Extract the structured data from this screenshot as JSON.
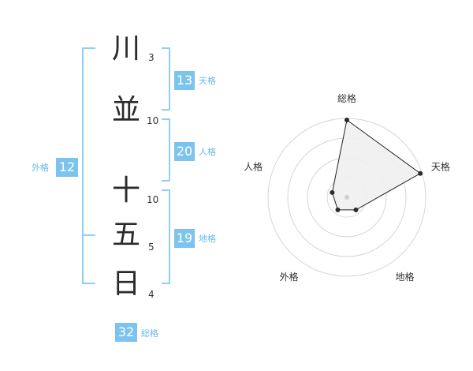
{
  "name": {
    "characters": [
      {
        "char": "川",
        "strokes": "3"
      },
      {
        "char": "並",
        "strokes": "10"
      },
      {
        "char": "十",
        "strokes": "10"
      },
      {
        "char": "五",
        "strokes": "5"
      },
      {
        "char": "日",
        "strokes": "4"
      }
    ]
  },
  "fortunes": {
    "tenkaku": {
      "value": "13",
      "label": "天格"
    },
    "jinkaku": {
      "value": "20",
      "label": "人格"
    },
    "chikaku": {
      "value": "19",
      "label": "地格"
    },
    "gaikaku": {
      "value": "12",
      "label": "外格"
    },
    "soukaku": {
      "value": "32",
      "label": "総格"
    }
  },
  "colors": {
    "accent": "#7cc4ee",
    "bracket": "#8ecff3",
    "label": "#69b9e8"
  },
  "chart_data": {
    "type": "radar",
    "axes": [
      "総格",
      "天格",
      "地格",
      "外格",
      "人格"
    ],
    "values": [
      5,
      5,
      1,
      1,
      1
    ],
    "max": 5,
    "rings": 4
  }
}
